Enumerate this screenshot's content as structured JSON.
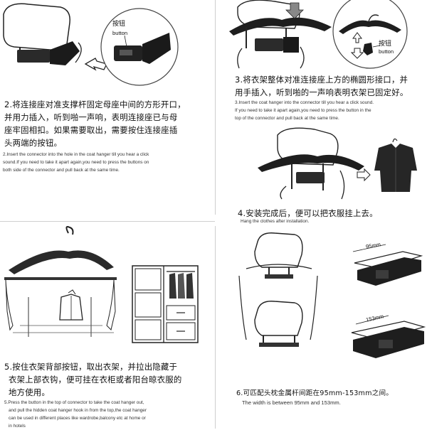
{
  "panel1": {
    "button_cn": "按钮",
    "button_en": "button",
    "cn_line1": "2.将连接座对准支撑杆固定母座中间的方形开口，",
    "cn_line2": "并用力插入，听到啪一声响，表明连接座已与母",
    "cn_line3": "座牢固相扣。如果需要取出，需要按住连接座插",
    "cn_line4": "头两端的按钮。",
    "en_line1": "2.Insert the connector into the hole in the coat hanger till you hear a click",
    "en_line2": "sound.If you need to take it apart again,you need to press the buttons on",
    "en_line3": "both side of the connector and pull back at the same time."
  },
  "panel2": {
    "button_cn": "按钮",
    "button_en": "button",
    "cn_line1": "3.将衣架整体对准连接座上方的椭圆形接口，并",
    "cn_line2": "用手插入，听到啪的一声响表明衣架已固定好。",
    "en_line1": "3.Insert the coat hanger into the connector till you hear a click sound.",
    "en_line2": "If you need to take it apart again,you need to press the button in the",
    "en_line3": "top of the connector and pull back at the same time."
  },
  "panel3": {
    "cn_line1": "4.安装完成后，便可以把衣服挂上去。",
    "en_line1": "Hang the clothes after installation."
  },
  "panel4": {
    "cn_line1": "5.按住衣架背部按钮，取出衣架，并拉出隐藏于",
    "cn_line2": "衣架上部衣钩，便可挂在衣柜或者阳台晾衣服的",
    "cn_line3": "地方使用。",
    "en_line1": "5.Press the button in the top of connector to take the coat hanger out,",
    "en_line2": "and pull the hidden coat hanger hook in from the top,the coat hanger",
    "en_line3": "can be used in different places like wardrobe,balcony etc at home or",
    "en_line4": "in hotels"
  },
  "panel5": {
    "dim1": "95mm",
    "dim2": "153mm",
    "cn_line1": "6.可匹配头枕金属杆间距在95mm-153mm之间。",
    "en_line1": "The width is between 95mm and 153mm."
  }
}
